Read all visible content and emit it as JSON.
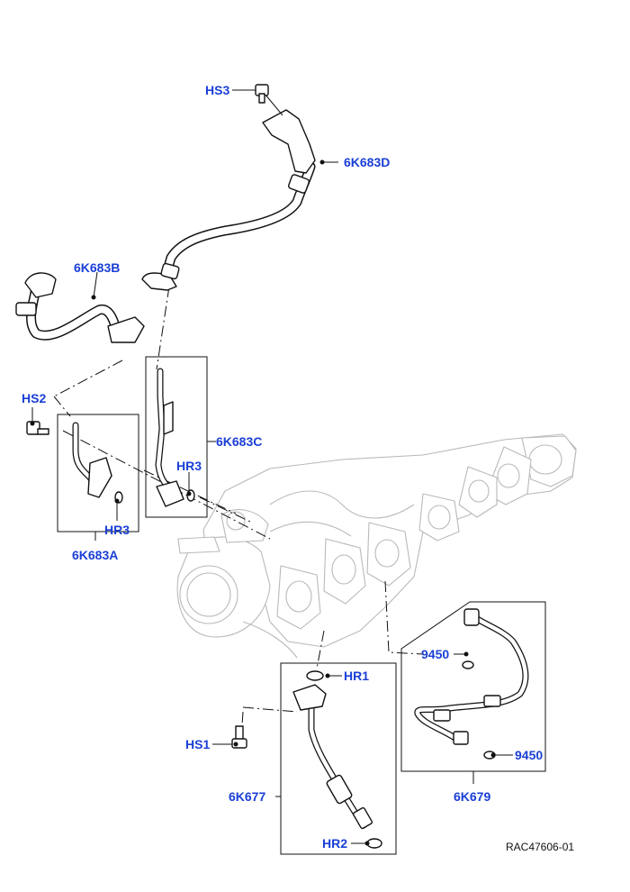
{
  "callouts": {
    "hs3": "HS3",
    "p6k683d": "6K683D",
    "p6k683b": "6K683B",
    "hs2": "HS2",
    "p6k683c": "6K683C",
    "hr3_upper": "HR3",
    "hr3_lower": "HR3",
    "p6k683a": "6K683A",
    "p9450_upper": "9450",
    "hr1": "HR1",
    "hs1": "HS1",
    "p9450_lower": "9450",
    "p6k677": "6K677",
    "p6k679": "6K679",
    "hr2": "HR2"
  },
  "illustration_ref": "RAC47606-01",
  "colors": {
    "callout_text": "#1a3fd6",
    "line_art": "#111111",
    "background_engine": "#b9b9b9"
  }
}
